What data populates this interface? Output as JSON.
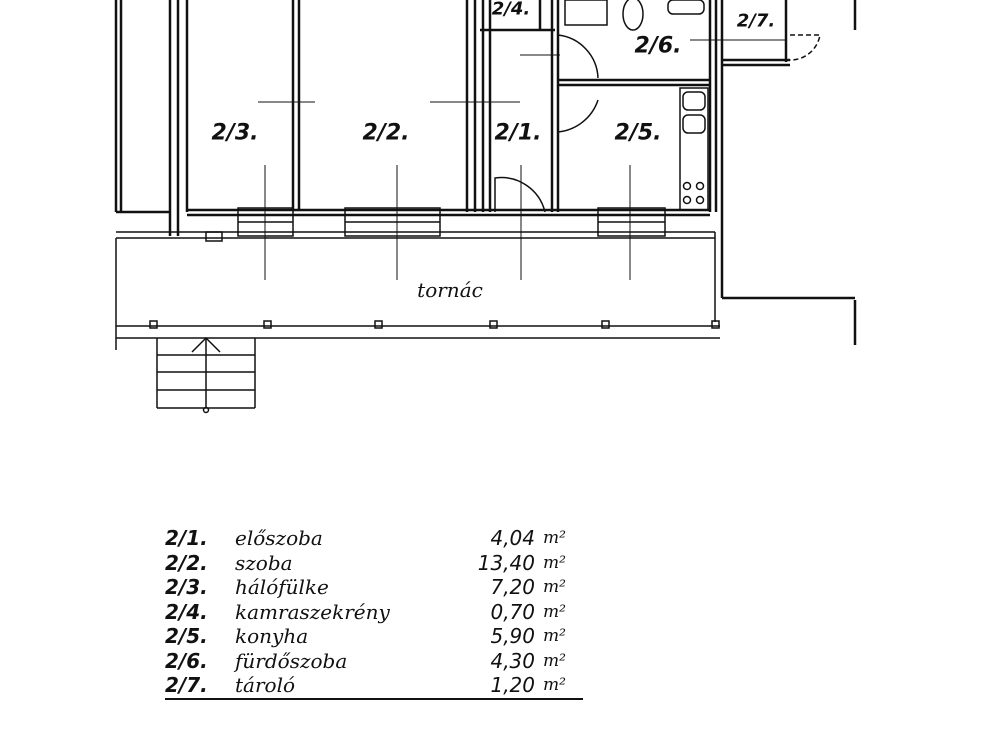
{
  "plan": {
    "rooms": [
      {
        "id": "2/1",
        "label": "2/1."
      },
      {
        "id": "2/2",
        "label": "2/2."
      },
      {
        "id": "2/3",
        "label": "2/3."
      },
      {
        "id": "2/4",
        "label": "2/4."
      },
      {
        "id": "2/5",
        "label": "2/5."
      },
      {
        "id": "2/6",
        "label": "2/6."
      },
      {
        "id": "2/7",
        "label": "2/7."
      }
    ],
    "terrace_label": "tornác"
  },
  "area_table": {
    "unit": "m²",
    "rows": [
      {
        "code": "2/1.",
        "name": "előszoba",
        "area": "4,04"
      },
      {
        "code": "2/2.",
        "name": "szoba",
        "area": "13,40"
      },
      {
        "code": "2/3.",
        "name": "hálófülke",
        "area": "7,20"
      },
      {
        "code": "2/4.",
        "name": "kamraszekrény",
        "area": "0,70"
      },
      {
        "code": "2/5.",
        "name": "konyha",
        "area": "5,90"
      },
      {
        "code": "2/6.",
        "name": "fürdőszoba",
        "area": "4,30"
      },
      {
        "code": "2/7.",
        "name": "tároló",
        "area": "1,20"
      }
    ]
  }
}
